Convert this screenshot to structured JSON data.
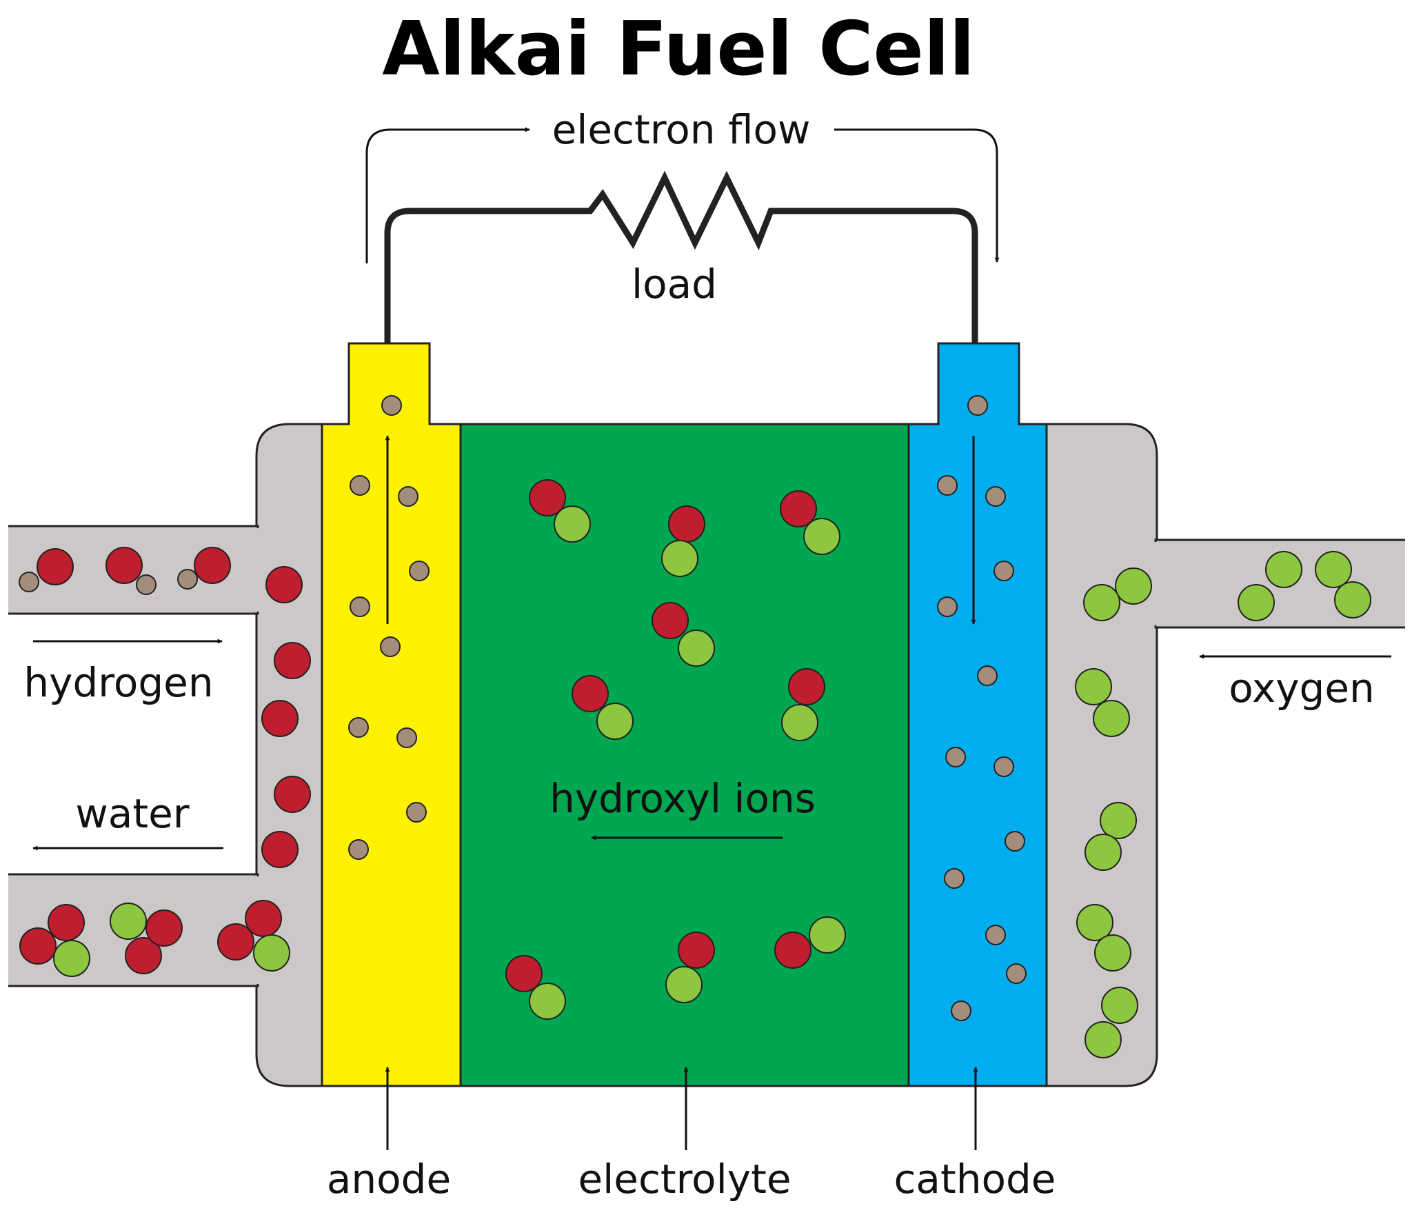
{
  "title": "Alkai Fuel Cell",
  "labels": {
    "electron_flow": "electron flow",
    "load": "load",
    "hydrogen": "hydrogen",
    "water": "water",
    "oxygen": "oxygen",
    "hydroxyl_ions": "hydroxyl ions",
    "anode": "anode",
    "electrolyte": "electrolyte",
    "cathode": "cathode"
  },
  "colors": {
    "housing": "#cdc8c8",
    "anode": "#fff200",
    "electrolyte": "#00a650",
    "cathode": "#00aeef",
    "hydrogen_atom": "#be1e2d",
    "oxygen_atom": "#8dc63f",
    "electron": "#a38d7d",
    "outline": "#222222"
  }
}
